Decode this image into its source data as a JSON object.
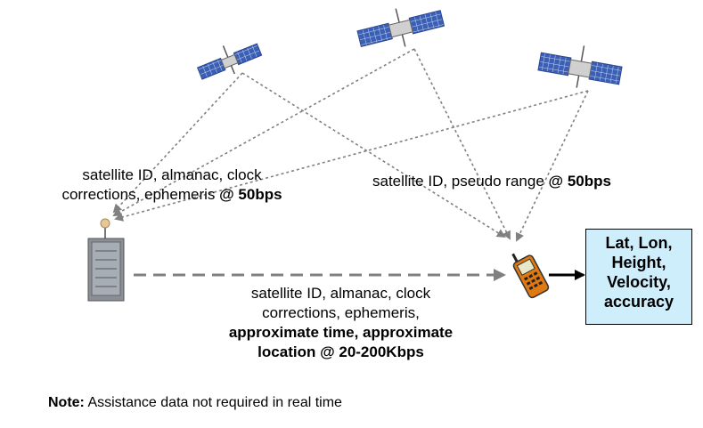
{
  "left_label": {
    "line1": "satellite ID, almanac, clock",
    "line2_prefix": "corrections, ephemeris ",
    "line2_bold": "@ 50bps"
  },
  "right_label": {
    "prefix": "satellite ID, pseudo range ",
    "bold": "@ 50bps"
  },
  "bottom_label": {
    "line1": "satellite ID, almanac, clock",
    "line2": "corrections, ephemeris,",
    "line3": "approximate time, approximate",
    "line4": "location @ 20-200Kbps"
  },
  "result_box": {
    "lines": [
      "Lat, Lon,",
      "Height,",
      "Velocity,",
      "accuracy"
    ],
    "fill": "#cfeefc"
  },
  "note": {
    "bold": "Note:",
    "text": " Assistance data not required in real time"
  },
  "colors": {
    "arrow": "#808080",
    "satellite_panel": "#3a5fb5",
    "phone": "#e07a10"
  },
  "icons": [
    "satellite-icon",
    "satellite-icon",
    "satellite-icon",
    "server-icon",
    "mobile-phone-icon"
  ]
}
